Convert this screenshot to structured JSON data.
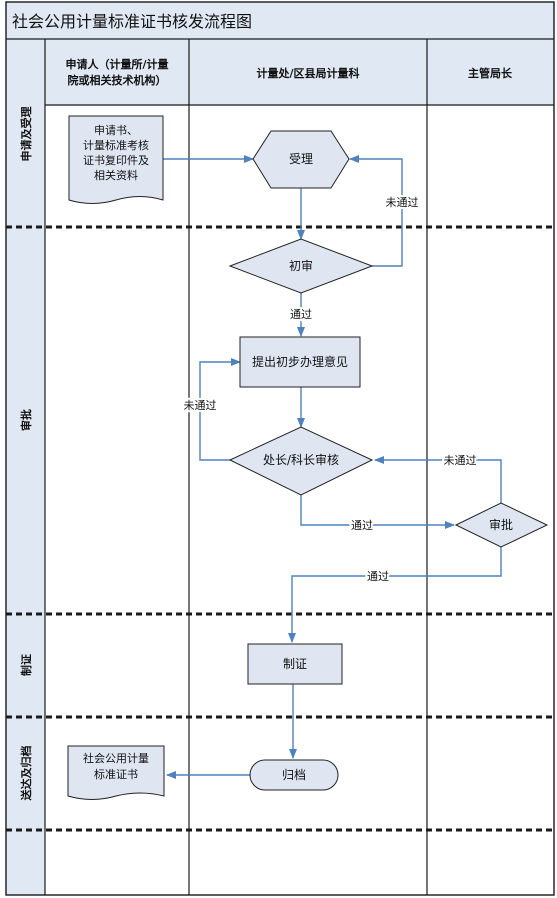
{
  "title": "社会公用计量标准证书核发流程图",
  "columns": {
    "applicant_line1": "申请人（计量所/计量",
    "applicant_line2": "院或相关技术机构）",
    "office": "计量处/区县局计量科",
    "director": "主管局长"
  },
  "rows": {
    "apply": "申请及受理",
    "review": "审批",
    "issue": "制证",
    "deliver": "送达及归档"
  },
  "nodes": {
    "doc_application": [
      "申请书、",
      "计量标准考核",
      "证书复印件及",
      "相关资料"
    ],
    "accept": "受理",
    "initial_review": "初审",
    "proposal": "提出初步办理意见",
    "chief_review": "处长/科长审核",
    "approve": "审批",
    "make_cert": "制证",
    "archive": "归档",
    "doc_certificate": [
      "社会公用计量",
      "标准证书"
    ]
  },
  "edge_labels": {
    "fail_initial": "未通过",
    "pass_initial": "通过",
    "fail_chief": "未通过",
    "pass_chief": "通过",
    "fail_approve": "未通过",
    "pass_approve": "通过"
  },
  "colors": {
    "border": "#1a1a1a",
    "header_fill": "#dfe8f3",
    "node_fill": "#dfe6f2",
    "node_stroke": "#222222",
    "arrow": "#4f81bd"
  }
}
